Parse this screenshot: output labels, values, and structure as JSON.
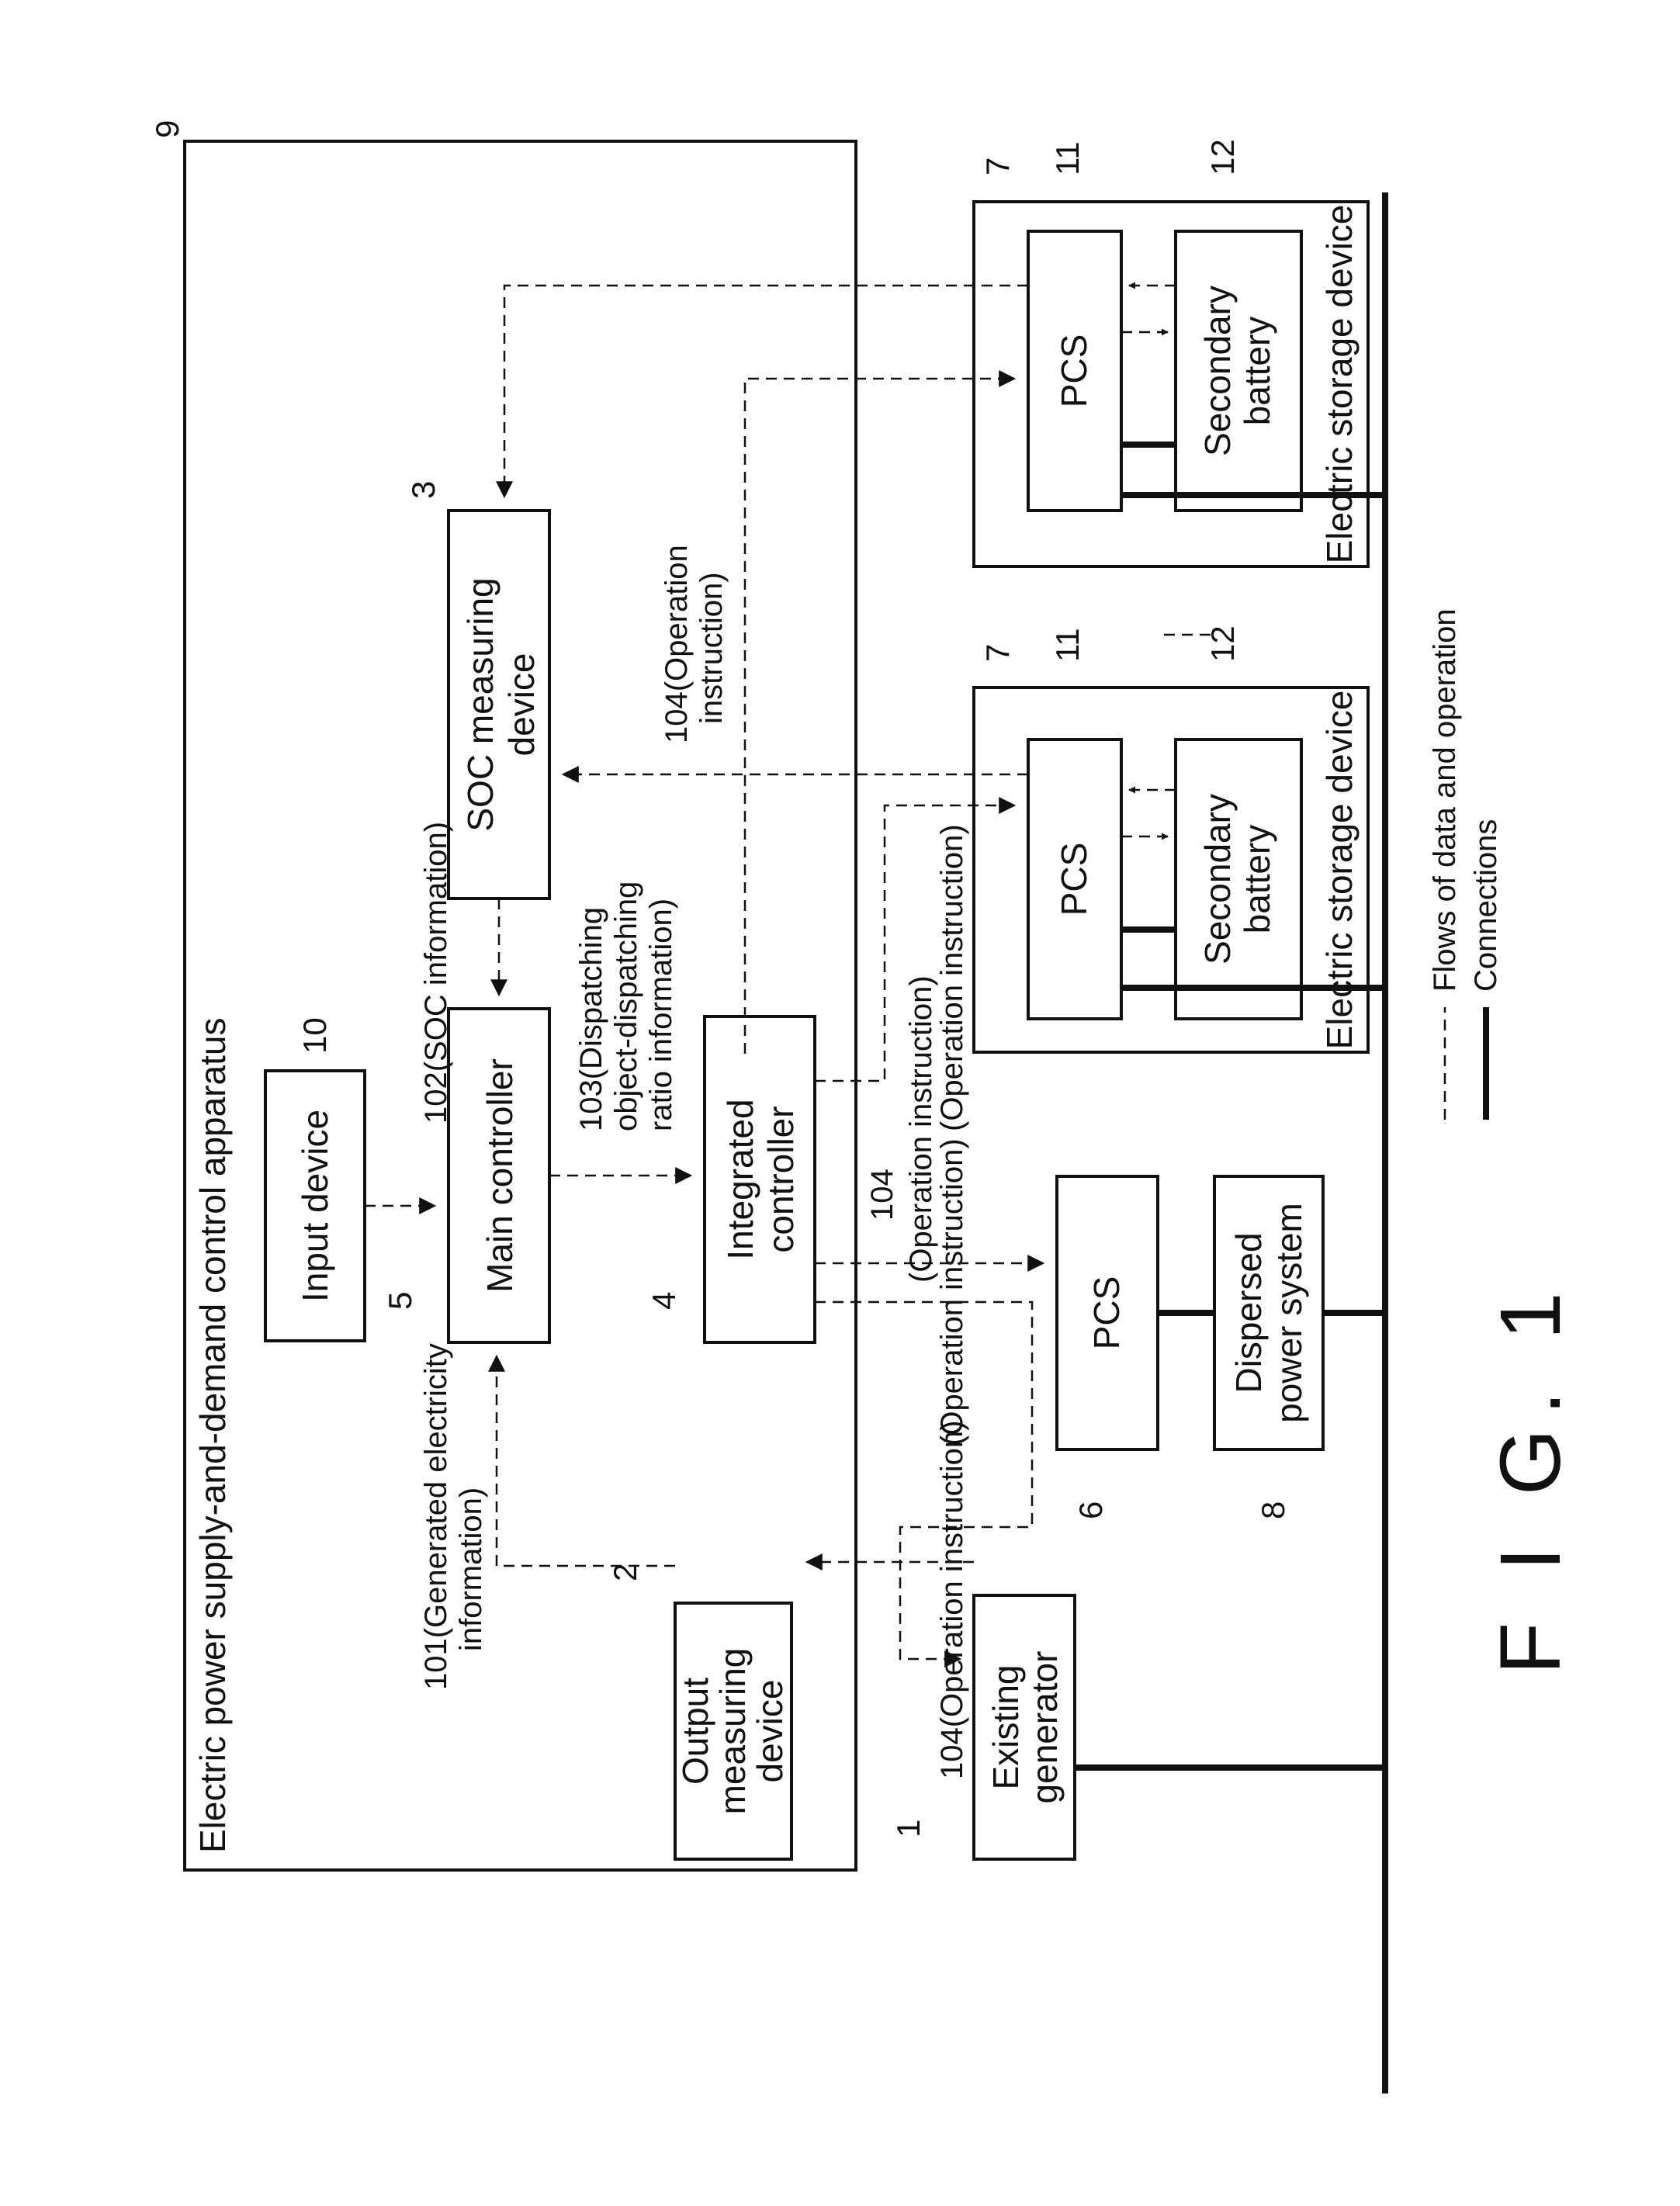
{
  "diagram": {
    "apparatus_title": "Electric power supply-and-demand control apparatus",
    "nodes": {
      "input_device": {
        "label": "Input device",
        "ref": "10"
      },
      "main_controller": {
        "label": "Main controller",
        "ref": "5"
      },
      "integrated_controller": {
        "label": [
          "Integrated",
          "controller"
        ],
        "ref": "4"
      },
      "soc_measuring_device": {
        "label": [
          "SOC measuring",
          "device"
        ],
        "ref": "3"
      },
      "output_measuring_device": {
        "label": [
          "Output",
          "measuring",
          "device"
        ],
        "ref": "2"
      },
      "apparatus_ref": "9",
      "existing_generator": {
        "label": [
          "Existing",
          "generator"
        ],
        "ref": "1"
      },
      "pcs_dispersed": {
        "label": "PCS",
        "ref": "6"
      },
      "dispersed_power_system": {
        "label": [
          "Dispersed",
          "power system"
        ],
        "ref": "8"
      },
      "storage_a": {
        "label": "Electric storage device",
        "ref": "7",
        "pcs": {
          "label": "PCS",
          "ref": "11"
        },
        "battery": {
          "label": [
            "Secondary",
            "battery"
          ],
          "ref": "12"
        }
      },
      "storage_b": {
        "label": "Electric storage device",
        "ref": "7",
        "pcs": {
          "label": "PCS",
          "ref": "11"
        },
        "battery": {
          "label": [
            "Secondary",
            "battery"
          ],
          "ref": "12"
        }
      }
    },
    "flows": {
      "f101": [
        "101(Generated electricity",
        "information)"
      ],
      "f102": "102(SOC information)",
      "f103": [
        "103(Dispatching",
        "object-dispatching",
        "ratio information)"
      ],
      "f104_storage_b": "(Operation instruction)",
      "f104_dispersed": [
        "104",
        "(Operation instruction)"
      ],
      "f104_generator": "(Operation instruction)",
      "f104_storage_a": [
        "104(Operation",
        "instruction)"
      ],
      "f104_generator_label": "104(Operation instruction)"
    },
    "legend": {
      "dashed": "Flows of data and operation",
      "solid": "Connections"
    },
    "caption": "F I G. 1"
  }
}
